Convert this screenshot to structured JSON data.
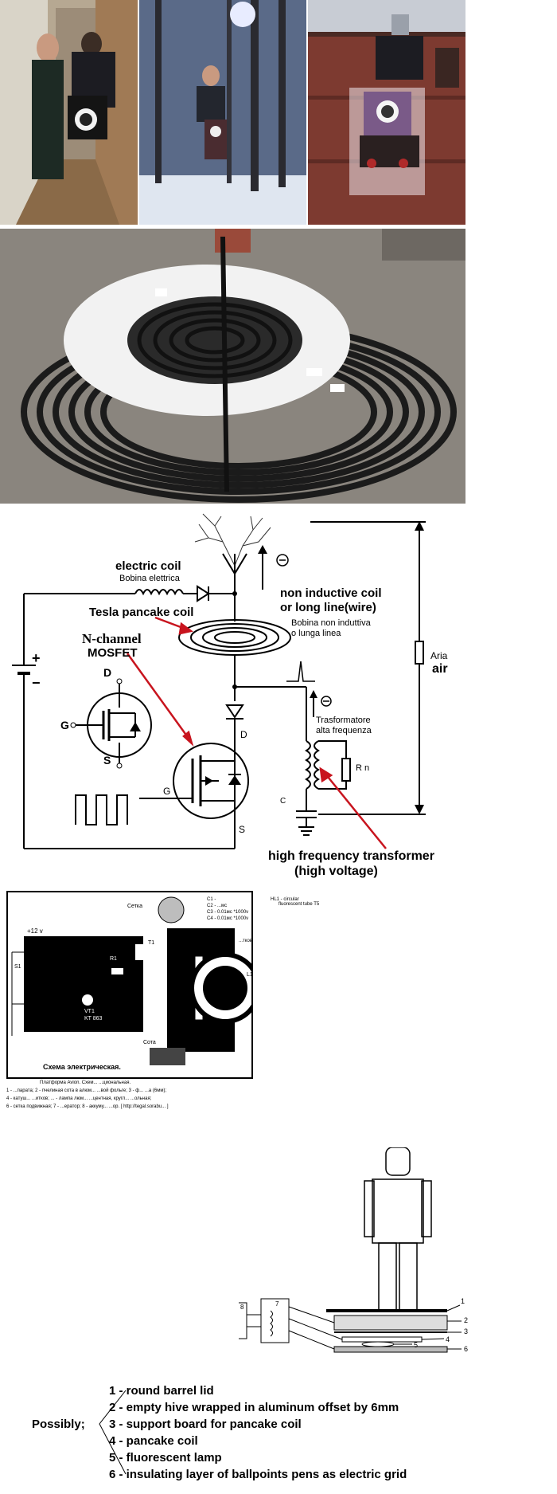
{
  "colors": {
    "arrow_red": "#c8141e",
    "coil_black": "#1b1b1b",
    "toroid_white": "#f2f2f2",
    "board_grey": "#8a857e"
  },
  "photos": {
    "p1_caption": "",
    "p2_caption": "",
    "p3_caption": ""
  },
  "circuit": {
    "electric_coil_en": "electric coil",
    "electric_coil_it": "Bobina elettrica",
    "tesla_pancake": "Tesla pancake coil",
    "n_channel": "N-channel",
    "mosfet": "MOSFET",
    "non_inductive_en_1": "non inductive coil",
    "non_inductive_en_2": "or long line(wire)",
    "non_inductive_it_1": "Bobina non induttiva",
    "non_inductive_it_2": "o lunga linea",
    "aria": "Aria",
    "air": "air",
    "trafo_it_1": "Trasformatore",
    "trafo_it_2": "alta frequenza",
    "rn": "R n",
    "c": "C",
    "d1": "D",
    "g1": "G",
    "s1": "S",
    "d2": "D",
    "g2": "G",
    "s2": "S",
    "plus": "+",
    "minus": "−",
    "theta": "Θ",
    "hf_en_1": "high frequency transformer",
    "hf_en_2": "(high voltage)"
  },
  "schematic": {
    "setka": "Сетка",
    "c1": "C1 -",
    "c2": "C2 - ...мс",
    "c3": "C3 - 0.01мс *1000v",
    "c4": "C4 - 0.01мс *1000v",
    "hl1_1": "HL1 - circular",
    "hl1_2": "fluorescent tube T5",
    "v12": "+12 v",
    "s1": "S1",
    "r1": "R1",
    "t1": "T1",
    "vt1": "VT1",
    "kt": "KT 863",
    "l1": "L1",
    "sota": "Сота",
    "tkov": "...тков",
    "caption": "Схема электрическая.",
    "desc_1": "Платформа Avion. Схем... ...циональная.",
    "desc_2": "1 - ...парата; 2 - пчелиная сота в алюм... ...вой фольге; 3 - ф... ...а (6мм);",
    "desc_3": "4 - катуш... ...итков; ... - лампа люм... ...центная, кругл... ...ольная;",
    "desc_4": "6 - сетка подвижная; 7 - ...ератор; 8 - аккуму... ...ор. [ http://tegal.sorabu...  ]"
  },
  "stack_labels": [
    "1",
    "2",
    "3",
    "4",
    "5",
    "6"
  ],
  "block_labels": {
    "b8": "8",
    "b7": "7"
  },
  "legend": {
    "possibly": "Possibly;",
    "items": [
      "1 - round barrel lid",
      "2 - empty hive wrapped in aluminum offset by 6mm",
      "3 - support board for pancake coil",
      "4 - pancake coil",
      "5 - fluorescent lamp",
      "6 - insulating layer of ballpoints pens as electric grid"
    ]
  }
}
